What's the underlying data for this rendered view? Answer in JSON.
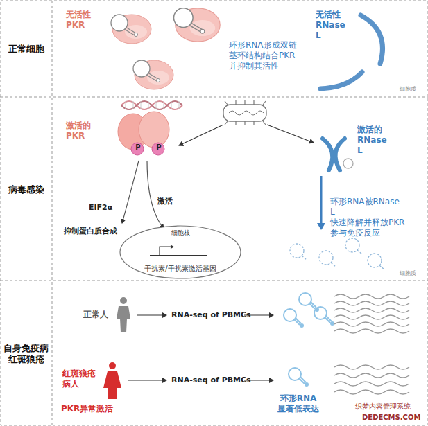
{
  "diagram": {
    "nodes": [
      {
        "text": [
          "正常细胞"
        ]
      },
      {
        "text": [
          "病毒感染"
        ]
      },
      {
        "text": [
          "自身免疫病 红斑狼疮"
        ]
      },
      {
        "text": [
          "细胞核",
          "干扰素/干扰素激活基因"
        ],
        "in": 1
      }
    ],
    "labels": [
      "无活性 PKR",
      "无活性 RNase L",
      "环形RNA形成双链 茎环结构结合PKR 并抑制其活性",
      "细胞质",
      "激活的 PKR",
      "P",
      "P",
      "激活的 RNase L",
      "EIF2α",
      "激活",
      "抑制蛋白质合成",
      "环形RNA被RNase L 快速降解并释放PKR 参与免疫反应",
      "细胞质",
      "正常人",
      "RNA-seq of PBMCs",
      "红斑狼疮 病人",
      "RNA-seq of PBMCs",
      "PKR异常激活",
      "环形RNA 显著低表达",
      "织梦内容管理系统",
      "DEDECMS.COM"
    ]
  }
}
